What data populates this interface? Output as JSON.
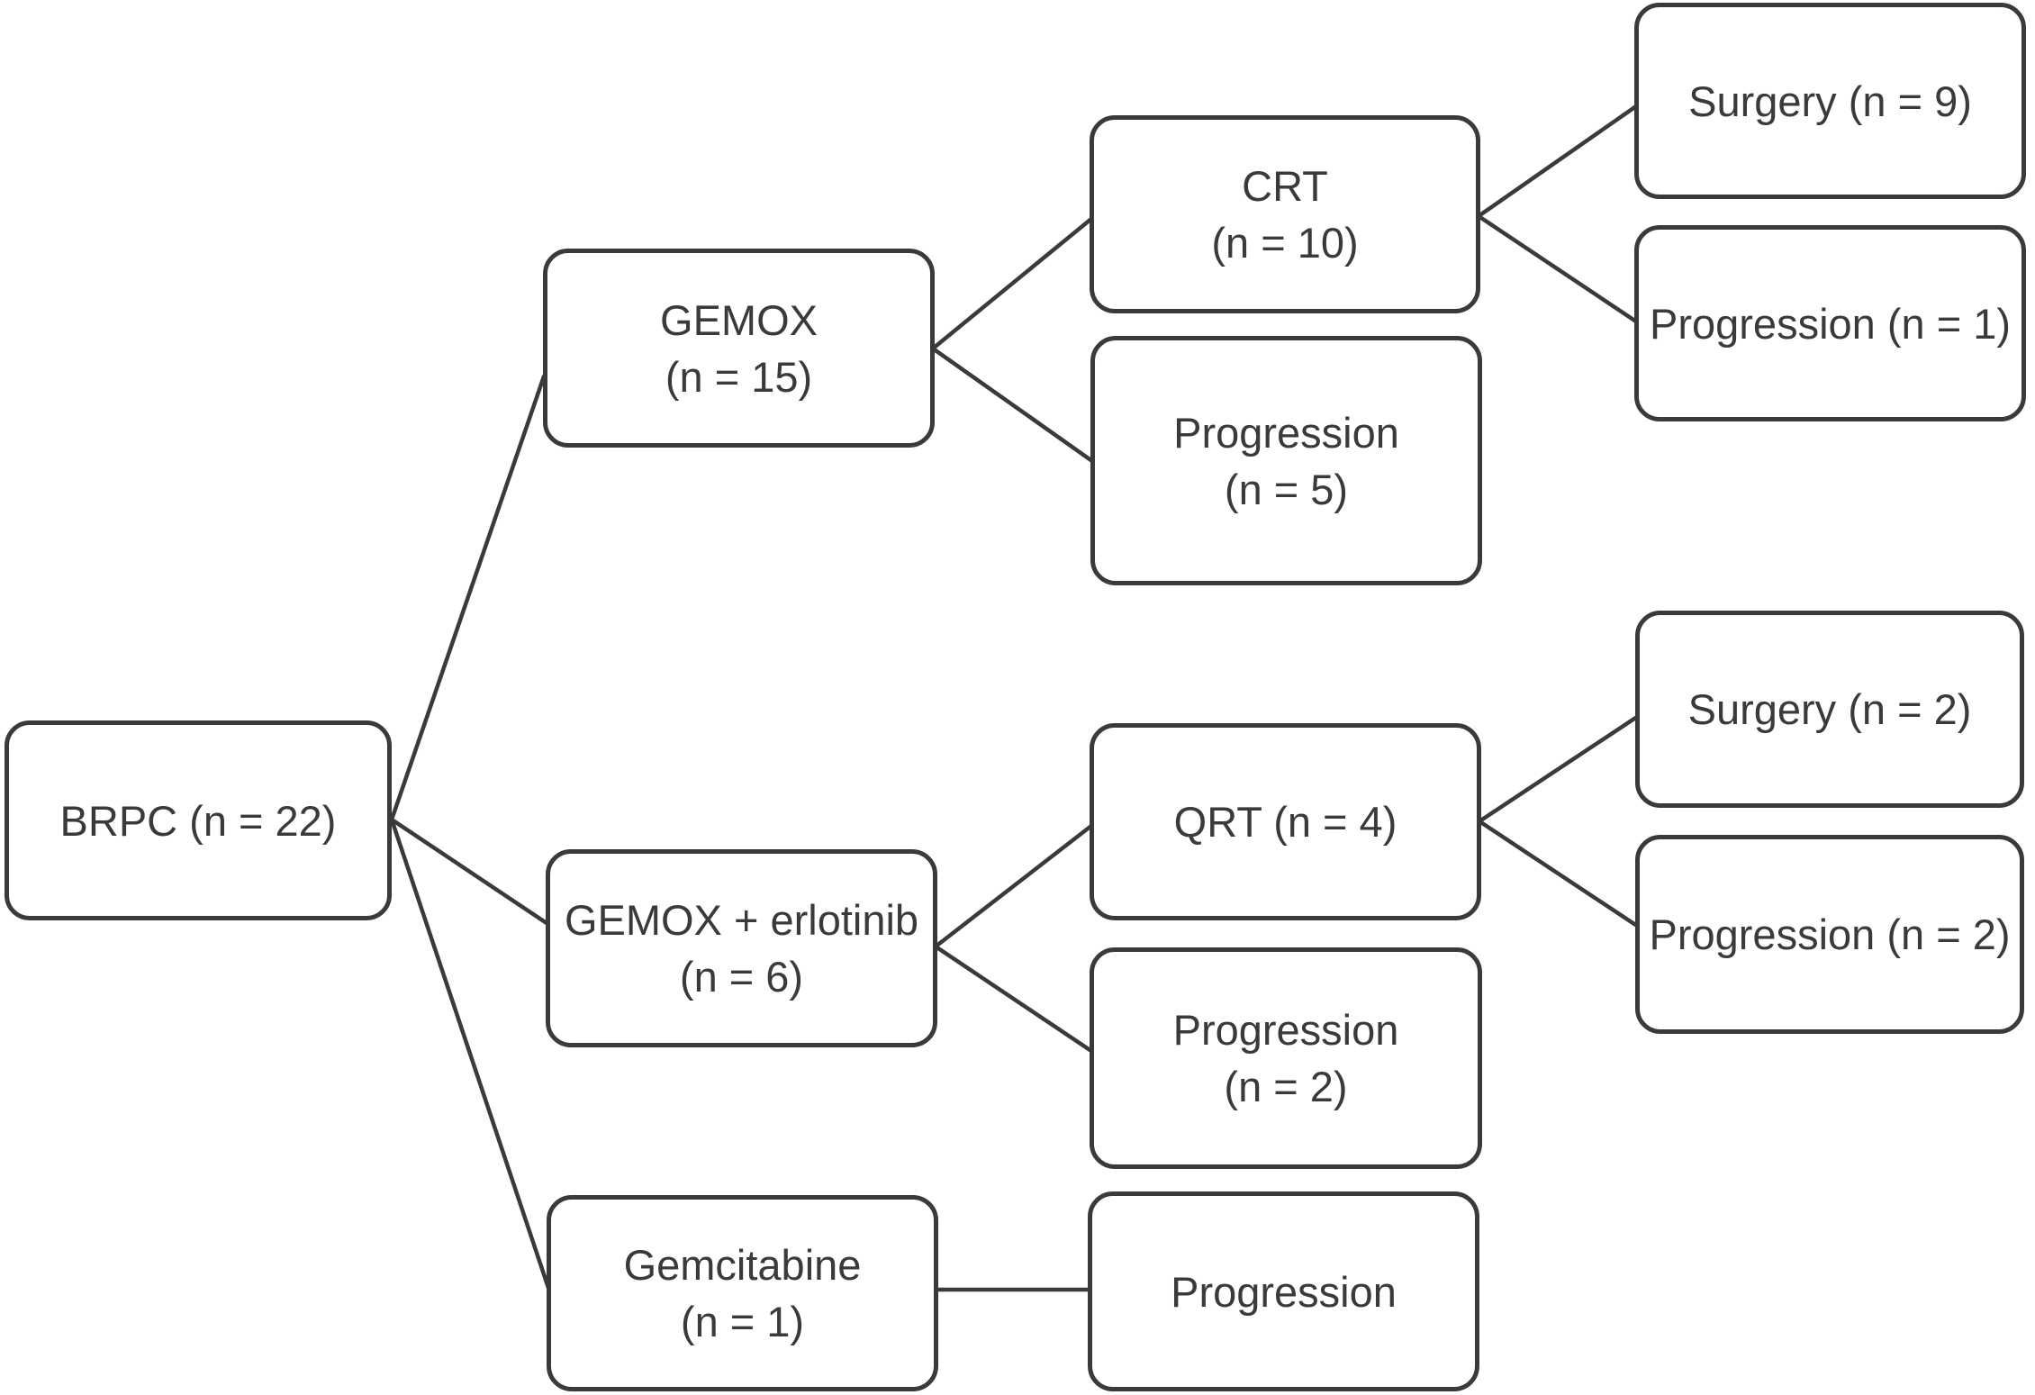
{
  "figure": {
    "type": "flowchart",
    "background": "#ffffff",
    "stroke_color": "#3a3a3a",
    "text_color": "#3a3a3a"
  },
  "nodes": {
    "brpc": {
      "lines": [
        "BRPC (n = 22)"
      ]
    },
    "gemox": {
      "lines": [
        "GEMOX",
        "(n = 15)"
      ]
    },
    "crt": {
      "lines": [
        "CRT",
        "(n = 10)"
      ]
    },
    "surgery_after_crt": {
      "lines": [
        "Surgery (n = 9)"
      ]
    },
    "progression_after_crt": {
      "lines": [
        "Progression (n = 1)"
      ]
    },
    "progression_after_gemox": {
      "lines": [
        "Progression",
        "(n = 5)"
      ]
    },
    "gemox_erlotinib": {
      "lines": [
        "GEMOX + erlotinib",
        "(n = 6)"
      ]
    },
    "qrt": {
      "lines": [
        "QRT (n = 4)"
      ]
    },
    "surgery_after_qrt": {
      "lines": [
        "Surgery (n = 2)"
      ]
    },
    "progression_after_qrt": {
      "lines": [
        "Progression (n = 2)"
      ]
    },
    "progression_after_gemox_erlotinib": {
      "lines": [
        "Progression",
        "(n = 2)"
      ]
    },
    "gemcitabine": {
      "lines": [
        "Gemcitabine",
        "(n = 1)"
      ]
    },
    "progression_after_gemcitabine": {
      "lines": [
        "Progression"
      ]
    }
  },
  "edges": [
    {
      "from": "brpc",
      "to": "gemox"
    },
    {
      "from": "brpc",
      "to": "gemox_erlotinib"
    },
    {
      "from": "brpc",
      "to": "gemcitabine"
    },
    {
      "from": "gemox",
      "to": "crt"
    },
    {
      "from": "gemox",
      "to": "progression_after_gemox"
    },
    {
      "from": "crt",
      "to": "surgery_after_crt"
    },
    {
      "from": "crt",
      "to": "progression_after_crt"
    },
    {
      "from": "gemox_erlotinib",
      "to": "qrt"
    },
    {
      "from": "gemox_erlotinib",
      "to": "progression_after_gemox_erlotinib"
    },
    {
      "from": "qrt",
      "to": "surgery_after_qrt"
    },
    {
      "from": "qrt",
      "to": "progression_after_qrt"
    },
    {
      "from": "gemcitabine",
      "to": "progression_after_gemcitabine"
    }
  ]
}
